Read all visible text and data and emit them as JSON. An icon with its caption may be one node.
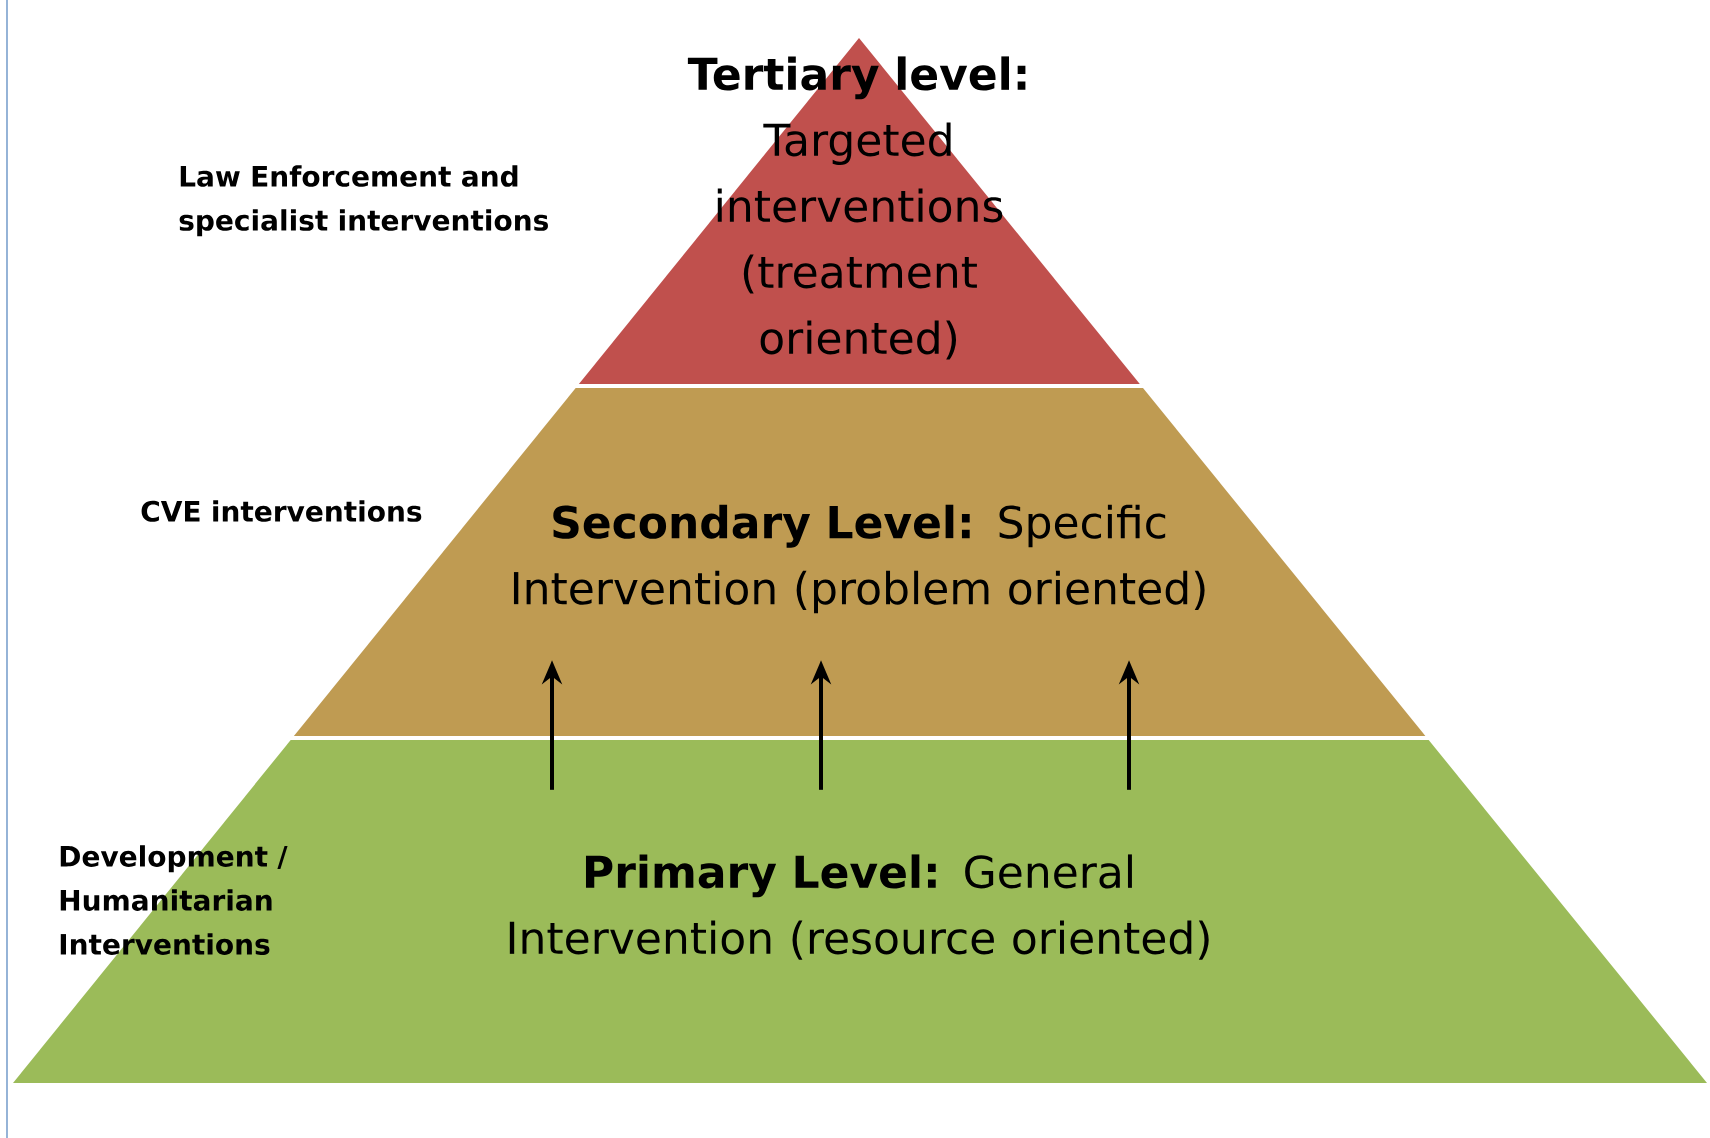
{
  "diagram": {
    "nodes": [
      {
        "text": [
          "Tertiary level:",
          "Targeted interventions (treatment oriented)"
        ]
      },
      {
        "text": [
          "**Secondary Level:** Specific Intervention (problem oriented)"
        ]
      },
      {
        "text": [
          "**Primary Level:** General Intervention (resource oriented)"
        ]
      }
    ],
    "labels": [
      "Law Enforcement and specialist interventions",
      "CVE interventions",
      "Development / Humanitarian Interventions"
    ],
    "edges": [
      {
        "from": 2,
        "to": 1,
        "arrow": "to"
      },
      {
        "from": 2,
        "to": 1,
        "arrow": "to"
      },
      {
        "from": 2,
        "to": 1,
        "arrow": "to"
      }
    ]
  }
}
